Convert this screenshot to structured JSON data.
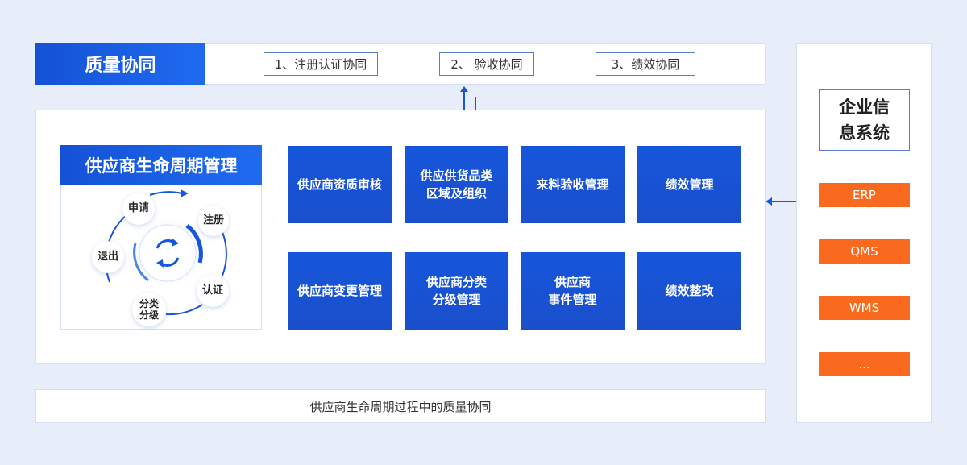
{
  "top": {
    "title": "质量协同",
    "tags": [
      "1、注册认证协同",
      "2、 验收协同",
      "3、绩效协同"
    ]
  },
  "lifecycle": {
    "title": "供应商生命周期管理",
    "steps": {
      "apply": "申请",
      "register": "注册",
      "cert": "认证",
      "classify": "分类\n分级",
      "exit": "退出"
    }
  },
  "tiles": [
    "供应商资质审核",
    "供应供货品类\n区域及组织",
    "来料验收管理",
    "绩效管理",
    "供应商变更管理",
    "供应商分类\n分级管理",
    "供应商\n事件管理",
    "绩效整改"
  ],
  "bottom": {
    "label": "供应商生命周期过程中的质量协同"
  },
  "enterprise": {
    "title": "企业信\n息系统",
    "systems": [
      "ERP",
      "QMS",
      "WMS",
      "..."
    ]
  },
  "colors": {
    "primary": "#1656dc",
    "accent_orange": "#fa6a1e",
    "background": "#e8eef9"
  }
}
